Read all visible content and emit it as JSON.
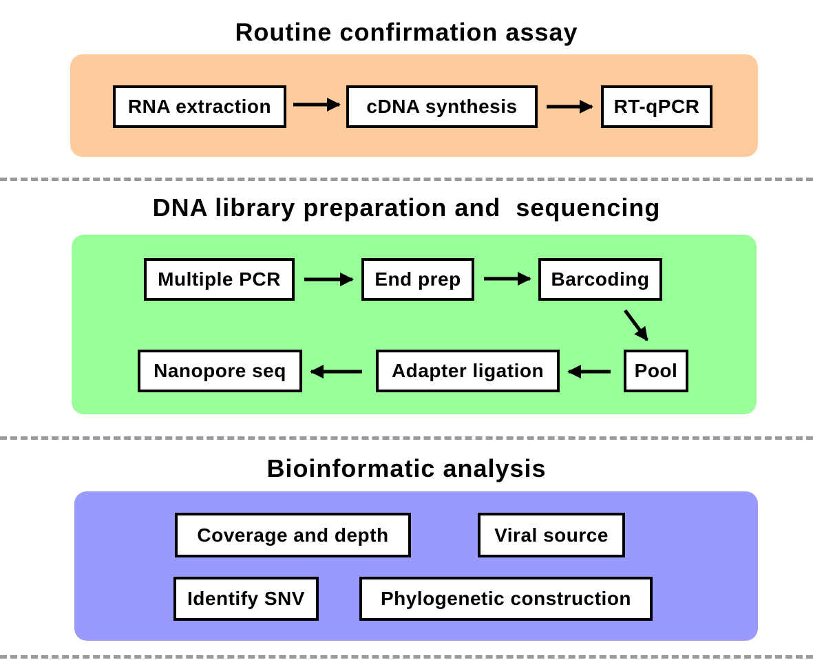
{
  "colors": {
    "panel_1": "#fecc9c",
    "panel_2": "#99fe99",
    "panel_3": "#9999fe",
    "border": "#000000",
    "dash": "#9a9a9a"
  },
  "sections": [
    {
      "title": "Routine confirmation assay",
      "nodes": [
        "RNA extraction",
        "cDNA synthesis",
        "RT-qPCR"
      ]
    },
    {
      "title": "DNA library preparation and  sequencing",
      "nodes": [
        "Multiple PCR",
        "End prep",
        "Barcoding",
        "Pool",
        "Adapter ligation",
        "Nanopore seq"
      ]
    },
    {
      "title": "Bioinformatic analysis",
      "nodes": [
        "Coverage and depth",
        "Viral source",
        "Identify SNV",
        "Phylogenetic construction"
      ]
    }
  ],
  "edges": [
    {
      "from": "RNA extraction",
      "to": "cDNA synthesis"
    },
    {
      "from": "cDNA synthesis",
      "to": "RT-qPCR"
    },
    {
      "from": "Multiple PCR",
      "to": "End prep"
    },
    {
      "from": "End prep",
      "to": "Barcoding"
    },
    {
      "from": "Barcoding",
      "to": "Pool"
    },
    {
      "from": "Pool",
      "to": "Adapter ligation"
    },
    {
      "from": "Adapter ligation",
      "to": "Nanopore seq"
    }
  ]
}
